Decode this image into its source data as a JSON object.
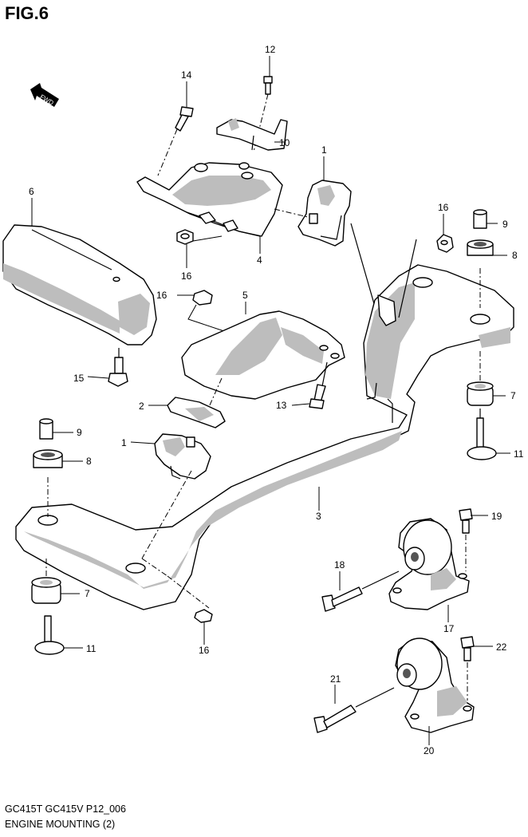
{
  "title": "FIG.6",
  "fwd_label": "FWD",
  "footer": {
    "code": "GC415T GC415V P12_006",
    "name": "ENGINE MOUNTING (2)"
  },
  "callouts": {
    "c12": "12",
    "c14": "14",
    "c10": "10",
    "c1a": "1",
    "c6": "6",
    "c16a": "16",
    "c9a": "9",
    "c8a": "8",
    "c4": "4",
    "c16b": "16",
    "c5": "5",
    "c16c": "16",
    "c7a": "7",
    "c15": "15",
    "c13": "13",
    "c2": "2",
    "c9b": "9",
    "c1b": "1",
    "c8b": "8",
    "c11a": "11",
    "c3": "3",
    "c19": "19",
    "c18": "18",
    "c7b": "7",
    "c17": "17",
    "c11b": "11",
    "c16d": "16",
    "c22": "22",
    "c21": "21",
    "c20": "20"
  }
}
